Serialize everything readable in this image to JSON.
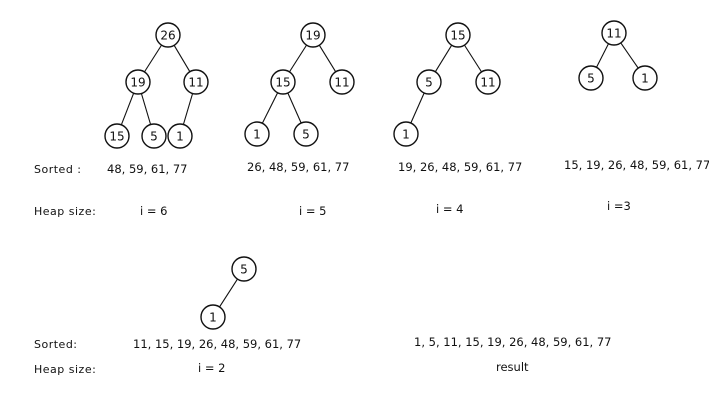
{
  "labels": {
    "sorted": "Sorted :",
    "sorted_bottom": "Sorted:",
    "heap_size": "Heap size:"
  },
  "steps": [
    {
      "nodes": [
        {
          "id": "a",
          "value": "26"
        },
        {
          "id": "b",
          "value": "19"
        },
        {
          "id": "c",
          "value": "11"
        },
        {
          "id": "d",
          "value": "15"
        },
        {
          "id": "e",
          "value": "5"
        },
        {
          "id": "f",
          "value": "1"
        }
      ],
      "edges": [
        [
          "a",
          "b"
        ],
        [
          "a",
          "c"
        ],
        [
          "b",
          "d"
        ],
        [
          "b",
          "e"
        ],
        [
          "c",
          "f"
        ]
      ],
      "sorted": "48, 59, 61, 77",
      "heap": "i = 6"
    },
    {
      "nodes": [
        {
          "id": "a",
          "value": "19"
        },
        {
          "id": "b",
          "value": "15"
        },
        {
          "id": "c",
          "value": "11"
        },
        {
          "id": "d",
          "value": "1"
        },
        {
          "id": "e",
          "value": "5"
        }
      ],
      "edges": [
        [
          "a",
          "b"
        ],
        [
          "a",
          "c"
        ],
        [
          "b",
          "d"
        ],
        [
          "b",
          "e"
        ]
      ],
      "sorted": "26, 48, 59, 61, 77",
      "heap": "i = 5"
    },
    {
      "nodes": [
        {
          "id": "a",
          "value": "15"
        },
        {
          "id": "b",
          "value": "5"
        },
        {
          "id": "c",
          "value": "11"
        },
        {
          "id": "d",
          "value": "1"
        }
      ],
      "edges": [
        [
          "a",
          "b"
        ],
        [
          "a",
          "c"
        ],
        [
          "b",
          "d"
        ]
      ],
      "sorted": "19, 26, 48, 59, 61, 77",
      "heap": "i = 4"
    },
    {
      "nodes": [
        {
          "id": "a",
          "value": "11"
        },
        {
          "id": "b",
          "value": "5"
        },
        {
          "id": "c",
          "value": "1"
        }
      ],
      "edges": [
        [
          "a",
          "b"
        ],
        [
          "a",
          "c"
        ]
      ],
      "sorted": "15, 19, 26, 48, 59, 61, 77",
      "heap": "i =3"
    },
    {
      "nodes": [
        {
          "id": "a",
          "value": "5"
        },
        {
          "id": "b",
          "value": "1"
        }
      ],
      "edges": [
        [
          "a",
          "b"
        ]
      ],
      "sorted": "11, 15, 19, 26, 48, 59, 61, 77",
      "heap": "i = 2"
    },
    {
      "nodes": [],
      "edges": [],
      "sorted": "1, 5, 11, 15, 19, 26, 48, 59, 61, 77",
      "heap": "result"
    }
  ]
}
